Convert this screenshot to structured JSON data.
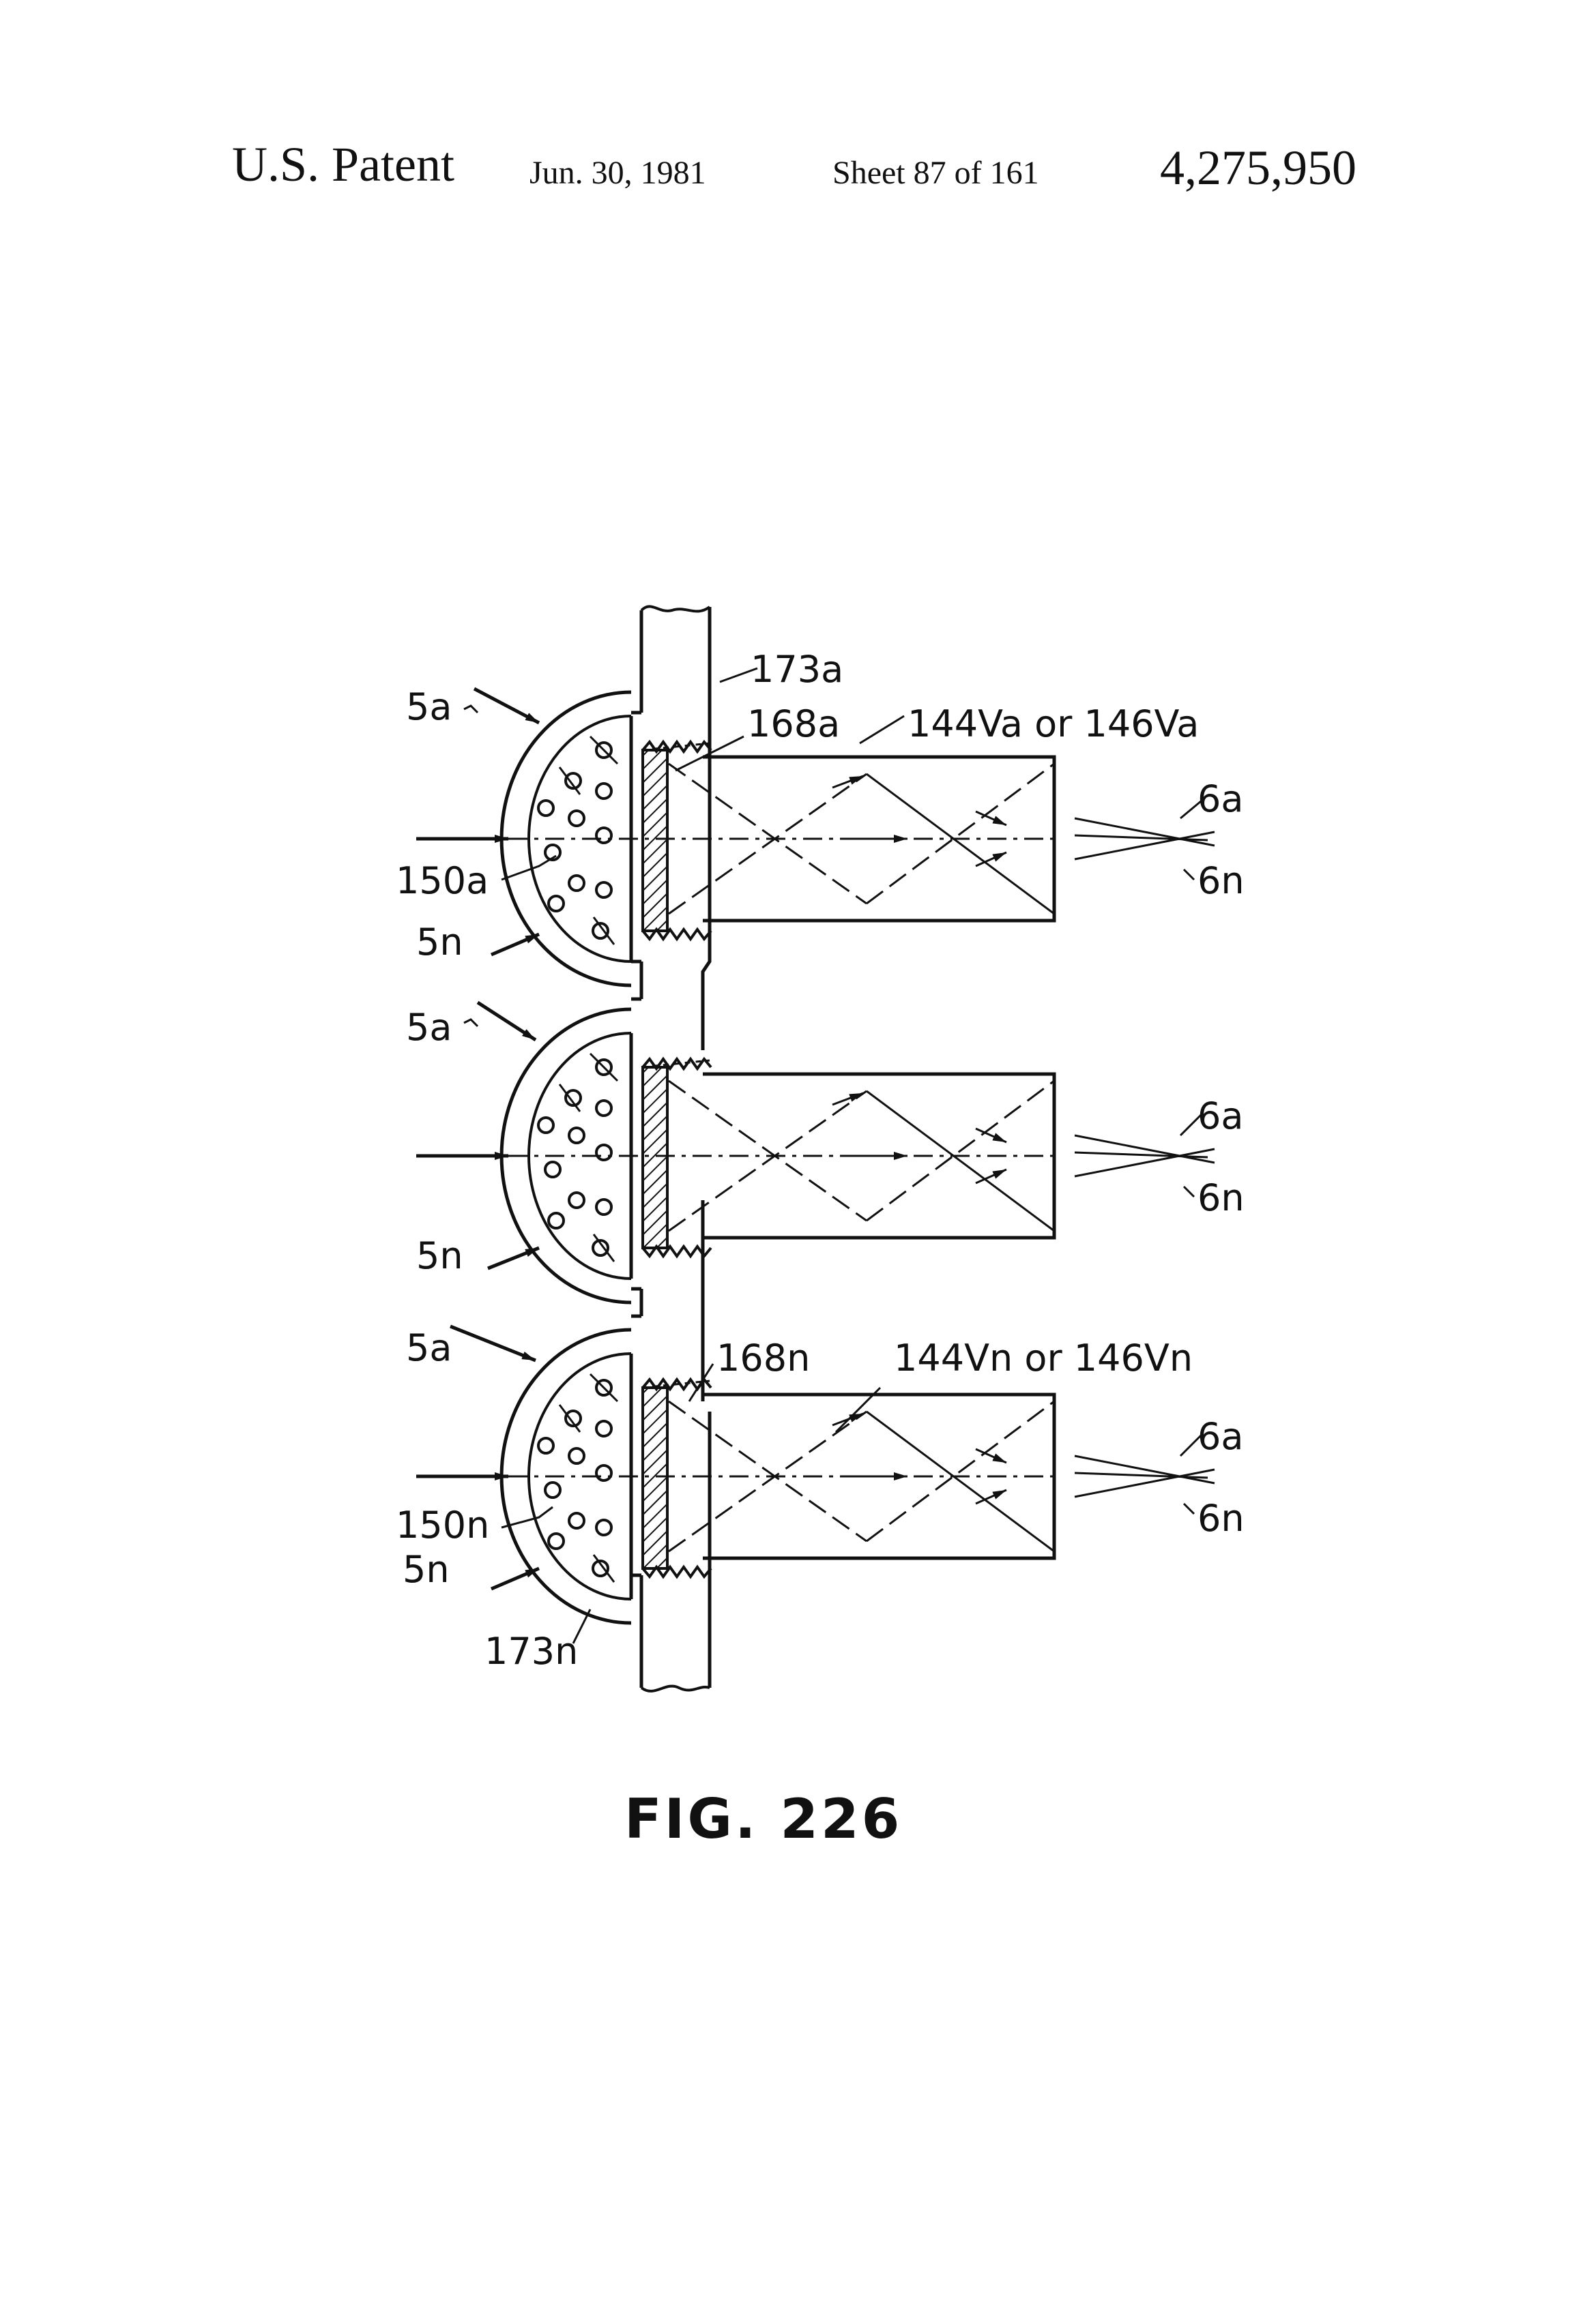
{
  "header": {
    "title": "U.S. Patent",
    "date": "Jun. 30, 1981",
    "sheet": "Sheet 87 of 161",
    "patent_number": "4,275,950"
  },
  "figure": {
    "caption": "FIG. 226",
    "labels": {
      "l173a": "173a",
      "l168a": "168a",
      "l144va": "144Va or 146Va",
      "l5a_1": "5a",
      "l150a": "150a",
      "l5n_1": "5n",
      "l6a_1": "6a",
      "l6n_1": "6n",
      "l5a_2": "5a",
      "l5n_2": "5n",
      "l6a_2": "6a",
      "l6n_2": "6n",
      "l5a_3": "5a",
      "l168n": "168n",
      "l144vn": "144Vn or 146Vn",
      "l150n": "150n",
      "l5n_3": "5n",
      "l6a_3": "6a",
      "l6n_3": "6n",
      "l173n": "173n"
    }
  }
}
